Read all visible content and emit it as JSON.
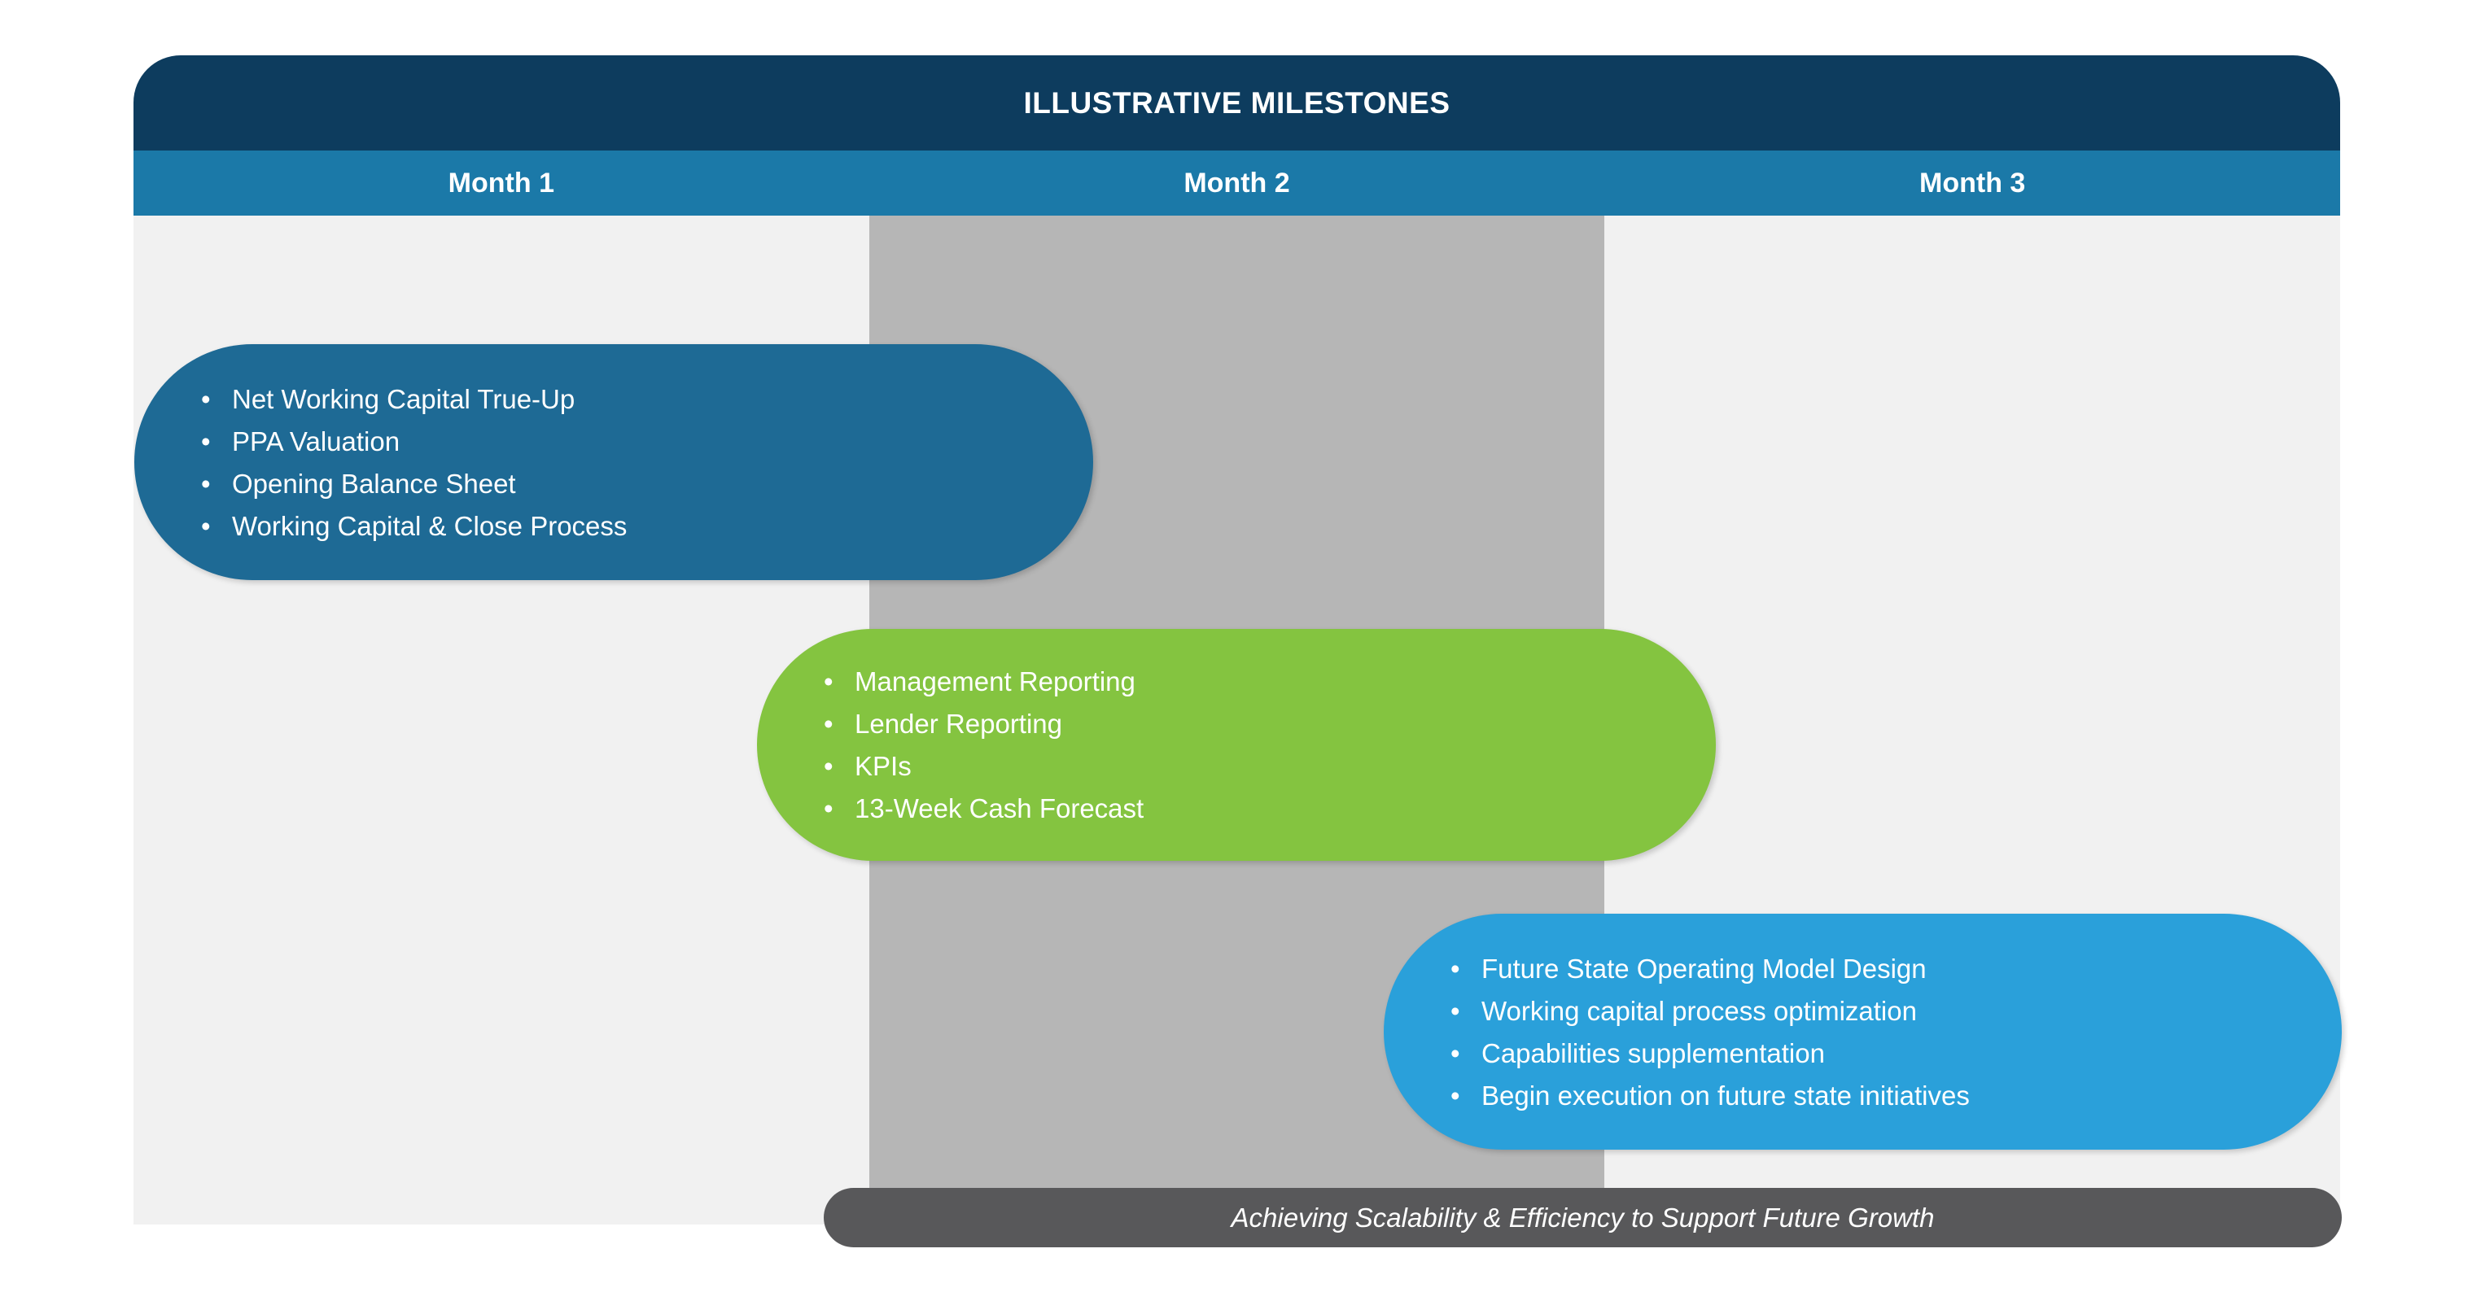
{
  "header": {
    "title": "ILLUSTRATIVE MILESTONES"
  },
  "timeline": {
    "columns": [
      {
        "label": "Month 1",
        "highlighted": false
      },
      {
        "label": "Month 2",
        "highlighted": true
      },
      {
        "label": "Month 3",
        "highlighted": false
      }
    ]
  },
  "milestones": [
    {
      "id": "month-1-milestones",
      "color": "#1e6a95",
      "bullet": "•",
      "items": [
        "Net Working Capital True-Up",
        "PPA Valuation",
        "Opening Balance Sheet",
        "Working Capital & Close Process"
      ]
    },
    {
      "id": "month-2-milestones",
      "color": "#84c440",
      "bullet": "•",
      "items": [
        "Management Reporting",
        "Lender Reporting",
        "KPIs",
        "13-Week Cash Forecast"
      ]
    },
    {
      "id": "month-3-milestones",
      "color": "#2aa0da",
      "bullet": "•",
      "items": [
        "Future State Operating Model Design",
        "Working capital process optimization",
        "Capabilities supplementation",
        "Begin execution on future state initiatives"
      ]
    }
  ],
  "footer": {
    "text": "Achieving Scalability & Efficiency to Support Future Growth",
    "color": "#58585a"
  },
  "colors": {
    "header_navy": "#0d3c5e",
    "month_bar_blue": "#1b79a8",
    "body_background": "#f1f1f1",
    "highlight_band": "#b6b6b6"
  }
}
